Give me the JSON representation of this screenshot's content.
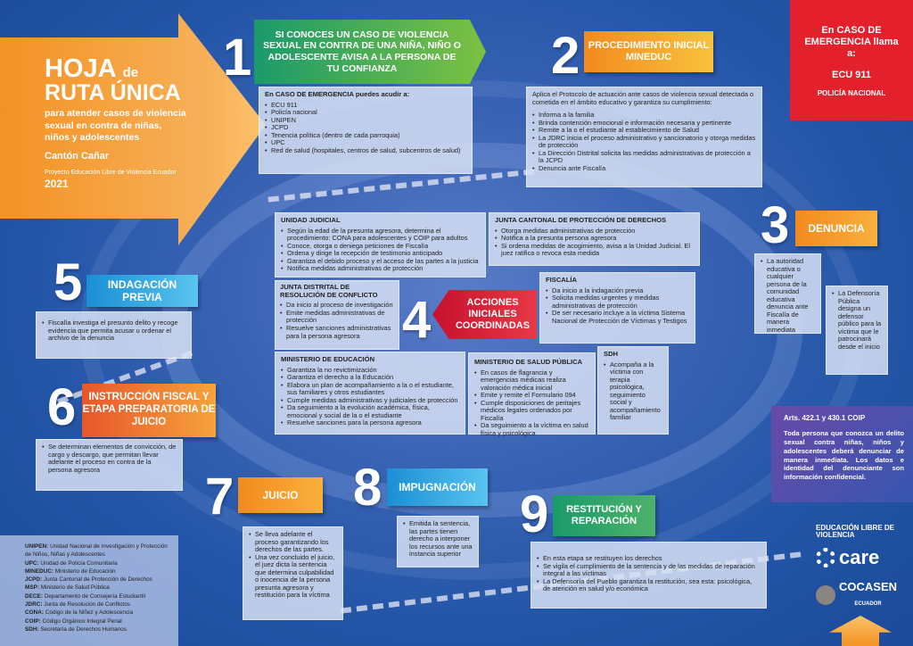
{
  "title": {
    "hoja": "HOJA",
    "de": "de",
    "ruta": "RUTA ÚNICA",
    "subtitle": "para atender casos de violencia sexual en contra de niñas, niños y adolescentes",
    "canton": "Cantón Cañar",
    "project": "Proyecto Educación Libre de Violencia Ecuador",
    "year": "2021"
  },
  "emergency": {
    "line1": "En CASO DE EMERGENCIA llama a:",
    "ecu": "ECU 911",
    "police": "POLICÍA NACIONAL"
  },
  "steps": [
    {
      "num": "1",
      "title": "SI CONOCES UN CASO DE VIOLENCIA SEXUAL EN CONTRA DE UNA NIÑA, NIÑO O ADOLESCENTE AVISA A LA PERSONA DE TU CONFIANZA",
      "heading": "En CASO DE EMERGENCIA puedes acudir a:",
      "items": [
        "ECU 911",
        "Policía nacional",
        "UNIPEN",
        "JCPD",
        "Tenencia política (dentro de cada parroquia)",
        "UPC",
        "Red de salud (hospitales, centros de salud, subcentros de salud)"
      ]
    },
    {
      "num": "2",
      "title": "PROCEDIMIENTO INICIAL MINEDUC",
      "intro": "Aplica el Protocolo de actuación ante casos de violencia sexual detectada o cometida en el ámbito educativo y garantiza su cumplimiento:",
      "items": [
        "Informa a la familia",
        "Brinda contención emocional e información necesaria y pertinente",
        "Remite a la o el estudiante al establecimiento de Salud",
        "La JDRC inicia el proceso administrativo y sancionatorio y otorga medidas de protección",
        "La Dirección Distrital solicita las medidas administrativas de protección a la JCPD",
        "Denuncia ante Fiscalía"
      ]
    },
    {
      "num": "3",
      "title": "DENUNCIA",
      "items": [
        "La autoridad educativa o cualquier persona de la comunidad educativa denuncia ante Fiscalía de manera inmediata",
        "La Defensoría Pública designa un defensor público para la víctima que le patrocinará desde el inicio"
      ]
    },
    {
      "num": "4",
      "title": "ACCIONES INICIALES COORDINADAS"
    },
    {
      "num": "5",
      "title": "INDAGACIÓN PREVIA",
      "items": [
        "Fiscalía investiga el presunto delito y recoge evidencia que permita acusar u ordenar el archivo de la denuncia"
      ]
    },
    {
      "num": "6",
      "title": "INSTRUCCIÓN FISCAL Y ETAPA PREPARATORIA DE JUICIO",
      "items": [
        "Se determinan elementos de convicción, de cargo y descargo, que permitan llevar adelante el proceso en contra de la persona agresora"
      ]
    },
    {
      "num": "7",
      "title": "JUICIO",
      "items": [
        "Se lleva adelante el proceso garantizando los derechos de las partes.",
        "Una vez concluido el juicio, el juez dicta la sentencia que determina culpabilidad o inocencia de la persona presunta agresora y restitución para la víctima"
      ]
    },
    {
      "num": "8",
      "title": "IMPUGNACIÓN",
      "items": [
        "Emitida la sentencia, las partes tienen derecho a interponer los recursos ante una instancia superior"
      ]
    },
    {
      "num": "9",
      "title": "RESTITUCIÓN Y REPARACIÓN",
      "items": [
        "En esta etapa se restituyen los derechos",
        "Se vigila el cumplimiento de la sentencia y de las medidas de reparación integral a las víctimas",
        "La Defensoría del Pueblo garantiza la restitución, sea esta: psicológica, de atención en salud y/o económica"
      ]
    }
  ],
  "institutions": {
    "judicial": {
      "title": "UNIDAD JUDICIAL",
      "items": [
        "Según la edad de la presunta agresora, determina el procedimiento: CONA para adolescentes y COIP para adultos",
        "Conoce, otorga o deniega peticiones de Fiscalía",
        "Ordena y dirige la recepción de testimonio anticipado",
        "Garantiza el debido proceso y el acceso de las partes a la justicia",
        "Notifica medidas administrativas de protección"
      ]
    },
    "jcpd": {
      "title": "JUNTA CANTONAL DE PROTECCIÓN DE DERECHOS",
      "items": [
        "Otorga medidas administrativas de protección",
        "Notifica a la presunta persona agresora",
        "Si ordena medidas de acogimiento, avisa a la Unidad Judicial. El juez ratifica o revoca esta medida"
      ]
    },
    "jdrc": {
      "title": "JUNTA DISTRITAL DE RESOLUCIÓN DE CONFLICTO",
      "items": [
        "Da inicio al proceso de investigación",
        "Emite medidas administrativas de protección",
        "Resuelve sanciones administrativas para la persona agresora"
      ]
    },
    "fiscalia": {
      "title": "FISCALÍA",
      "items": [
        "Da inicio a la indagación previa",
        "Solicita medidas urgentes y medidas administrativas de protección",
        "De ser necesario incluye a la víctima Sistema Nacional de Protección de Víctimas y Testigos"
      ]
    },
    "mineduc": {
      "title": "MINISTERIO DE EDUCACIÓN",
      "items": [
        "Garantiza la no revictimización",
        "Garantiza el derecho a la Educación",
        "Elabora un plan de acompañamiento a la o el estudiante, sus familiares y otros estudiantes",
        "Cumple medidas administrativas y judiciales de protección",
        "Da seguimiento a la evolución académica, física, emocional y social de la o el estudiante",
        "Resuelve sanciones para la persona agresora"
      ]
    },
    "msp": {
      "title": "MINISTERIO DE SALUD PÚBLICA",
      "items": [
        "En casos de flagrancia y emergencias médicas realiza valoración médica inicial",
        "Emite y remite el Formulario 094",
        "Cumple disposiciones de peritajes médicos legales ordenados por Fiscalía",
        "Da seguimiento a la víctima en salud física y psicológica"
      ]
    },
    "sdh": {
      "title": "SDH",
      "items": [
        "Acompaña a la víctima con terapia psicológica, seguimiento social y acompañamiento familiar"
      ]
    }
  },
  "coip": {
    "title": "Arts. 422.1 y 430.1 COIP",
    "text": "Toda persona que conozca un delito sexual contra niñas, niños y adolescentes deberá denunciar de manera inmediata. Los datos e identidad del denunciante son información confidencial."
  },
  "legend": [
    {
      "abbr": "UNIPEN:",
      "desc": "Unidad Nacional de Investigación y Protección de Niños, Niñas y Adolescentes"
    },
    {
      "abbr": "UPC:",
      "desc": "Unidad de Policía Comunitaria"
    },
    {
      "abbr": "MINEDUC:",
      "desc": "Ministerio de Educación"
    },
    {
      "abbr": "JCPD:",
      "desc": "Junta Cantonal de Protección de Derechos"
    },
    {
      "abbr": "MSP:",
      "desc": "Ministerio de Salud Pública"
    },
    {
      "abbr": "DECE:",
      "desc": "Departamento de Consejería Estudiantil"
    },
    {
      "abbr": "JDRC:",
      "desc": "Junta de Resolución de Conflictos"
    },
    {
      "abbr": "CONA:",
      "desc": "Código de la Niñez y Adolescencia"
    },
    {
      "abbr": "COIP:",
      "desc": "Código Orgánico Integral Penal"
    },
    {
      "abbr": "SDH:",
      "desc": "Secretaría de Derechos Humanos"
    }
  ],
  "logos": {
    "edu": "EDUCACIÓN LIBRE DE VIOLENCIA",
    "care": "care",
    "cocasen": "COCASEN",
    "ecuador": "ECUADOR"
  }
}
